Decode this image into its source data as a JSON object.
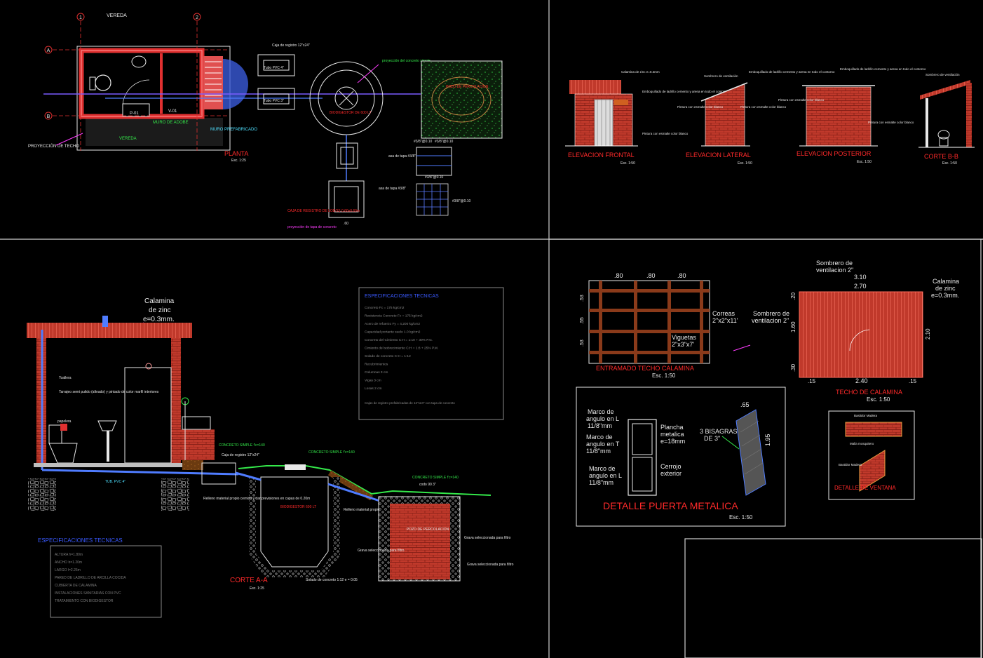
{
  "colors": {
    "background": "#000000",
    "brick": "#c0392b",
    "wall_outline": "#e03030",
    "pipe": "#5a7cff",
    "magenta": "#ff3cff",
    "green": "#34e84a",
    "label_red": "#ff2a2a",
    "gravel": "#bfbfbf"
  },
  "planta": {
    "title": "PLANTA",
    "scale": "Esc. 1:25",
    "vereda_top": "VEREDA",
    "vereda_bottom": "VEREDA",
    "proyeccion_techo": "PROYECCIÓN DE TECHO",
    "muro_adobe": "MURO DE ADOBE",
    "muro_prefabricado": "MURO PREFABRICADO",
    "puerta": "P-01",
    "ventana": "V-01",
    "axis_1": "1",
    "axis_2": "2",
    "axis_a": "A",
    "axis_b": "B",
    "caja_registro": "Caja de registro 12\"x24\"",
    "tubo_pvc_4": "Tubo PVC 4\"",
    "tubo_pvc_3": "Tubo PVC 3\"",
    "proyeccion_concreto": "proyección del concreto simple",
    "biodigestor": "BIODIGESTOR DE 600 LT",
    "pozo": "POZO DE PERCOLACION",
    "caja_lodos": "CAJA DE REGISTRO DE LODOS 0.60x0.60m",
    "proyeccion_tapa": "proyección de tapa de concreto",
    "dim_60": ".60",
    "varilla_1": "#3/8\"@0.10",
    "varilla_2": "#3/8\"@0.10",
    "varilla_3": "#3/8\"@0.10",
    "varilla_4": "#3/8\"@0.10",
    "asa_1": "asa de tapa #3/8\"",
    "asa_2": "asa de tapa #3/8\""
  },
  "elevaciones": {
    "frontal": "ELEVACION FRONTAL",
    "lateral": "ELEVACION LATERAL",
    "posterior": "ELEVACION POSTERIOR",
    "corte_bb": "CORTE B-B",
    "scale_frontal": "Esc. 1:50",
    "scale_lateral": "Esc. 1:50",
    "scale_posterior": "Esc. 1:50",
    "scale_corte": "Esc. 1:50",
    "calamina": "Calamina de zinc e=0.3mm",
    "sombrero_1": "Sombrero de ventilación",
    "sombrero_2": "Sombrero de ventilación",
    "emboquillado_1": "Emboquillado de ladrillo cemento y arena en todo el contorno",
    "emboquillado_2": "Emboquillado de ladrillo cemento y arena en todo el contorno",
    "emboquillado_3": "Emboquillado de ladrillo cemento y arena en todo el contorno",
    "pintura_1": "Pintura con esmalte color blanco",
    "pintura_2": "Pintura con esmalte color blanco",
    "pintura_3": "Pintura con esmalte color blanco",
    "pintura_4": "Pintura con esmalte color blanco",
    "pintura_5": "Pintura con esmalte color blanco"
  },
  "corte_aa": {
    "title": "CORTE A-A",
    "scale": "Esc. 1:25",
    "calamina_1": "Calamina",
    "calamina_2": "de zinc",
    "calamina_3": "e=0.3mm.",
    "toallera": "Toallera",
    "tarrajeo": "Tarrajeo semi pulido (afinado) y pintado de color marfil interiores",
    "papelera": "papelera",
    "tubo_pvc": "TUB. PVC 4\"",
    "concreto_1": "CONCRETO SIMPLE f'c=140",
    "concreto_2": "CONCRETO SIMPLE f'c=140",
    "concreto_3": "CONCRETO SIMPLE f'c=140",
    "caja_registro": "Caja de registro 12\"x24\"",
    "codo": "codo 90 3\"",
    "relleno_1": "Relleno material propio cernido y dar previsiones en capas de 0.20m",
    "relleno_2": "Relleno material propio cernido y dar previsiones en capas de 0.20m",
    "biodigestor": "BIODIGESTOR 600 LT",
    "pozo": "POZO DE PERCOLACION",
    "grava_1": "Grava seleccionada para filtro",
    "grava_2": "Grava seleccionada para filtro",
    "grava_3": "Grava seleccionada para filtro",
    "solado": "Solado de concreto 1:12 e = 0.05"
  },
  "specs_panel": {
    "title": "ESPECIFICACIONES TECNICAS",
    "rows": [
      "Concreto                                   Fc = 175 kg/cm2",
      "Resistencia Concreto                Fc = 175 kg/cm2",
      "Acero de refuerzo                    Fy = 4,200 kg/cm2",
      "Capacidad portante suelo         1.0 kg/cm2",
      "Concreto del Cimiento              C:H = 1:10 + 30% P.G.",
      "Cimiento del sobrecimiento       C:H = 1:8 + 25% P.M.",
      "Solado de concreto                  C:H = 1:12",
      "Recubrimientos",
      "      Columnas              3 cm",
      "      Vigas                      3 cm",
      "      Losas                     2 cm"
    ],
    "note": "Cajas de registro prefabricadas de 12\"x24\" con tapa de concreto"
  },
  "specs_panel_2": {
    "title": "ESPECIFICACIONES TECNICAS",
    "rows": [
      "ALTURA                         h=1.80m",
      "ANCHO                          b=1.20m",
      "LARGO                          l=2.25m",
      "PARED DE LADRILLO DE ARCILLA COCIDA",
      "CUBIERTA DE CALAMINA",
      "INSTALACIONES SANITARIAS CON PVC",
      "TRATAMIENTO CON BIODIGESTOR"
    ]
  },
  "entramado": {
    "title": "ENTRAMADO TECHO CALAMINA",
    "scale": "Esc. 1:50",
    "dim_a": ".80",
    "dim_b": ".80",
    "dim_c": ".80",
    "dim_v1": ".53",
    "dim_v2": ".55",
    "dim_v3": ".53",
    "correas_1": "Correas",
    "correas_2": "2\"x2\"x11'",
    "viguetas_1": "Viguetas",
    "viguetas_2": "2\"x3\"x7'"
  },
  "techo": {
    "title": "TECHO DE CALAMINA",
    "scale": "Esc. 1:50",
    "sombrero_a1": "Sombrero de",
    "sombrero_a2": "ventilacion 2\"",
    "sombrero_b1": "Sombrero de",
    "sombrero_b2": "ventilacion 2\"",
    "calamina_1": "Calamina",
    "calamina_2": "de zinc",
    "calamina_3": "e=0.3mm.",
    "dim_310": "3.10",
    "dim_270": "2.70",
    "dim_240": "2.40",
    "dim_160": "1.60",
    "dim_210": "2.10",
    "dim_20": ".20",
    "dim_30": ".30",
    "dim_15a": ".15",
    "dim_15b": ".15"
  },
  "puerta": {
    "title": "DETALLE PUERTA METALICA",
    "scale": "Esc. 1:50",
    "marco_l1_a": "Marco de",
    "marco_l1_b": "angulo en L",
    "marco_l1_c": "11/8\"mm",
    "marco_t_a": "Marco de",
    "marco_t_b": "angulo en T",
    "marco_t_c": "11/8\"mm",
    "marco_l2_a": "Marco de",
    "marco_l2_b": "angulo en L",
    "marco_l2_c": "11/8\"mm",
    "plancha_a": "Plancha",
    "plancha_b": "metalica",
    "plancha_c": "e=18mm",
    "cerrojo_a": "Cerrojo",
    "cerrojo_b": "exterior",
    "bisagras_a": "3 BISAGRAS",
    "bisagras_b": "DE 3\"",
    "dim_65": ".65",
    "dim_195": "1.95"
  },
  "ventana": {
    "title": "DETALLE DE VENTANA",
    "label_a": "Bastidor Madera",
    "label_b": "Malla mosquitero",
    "label_c": "Bastidor Madera"
  }
}
